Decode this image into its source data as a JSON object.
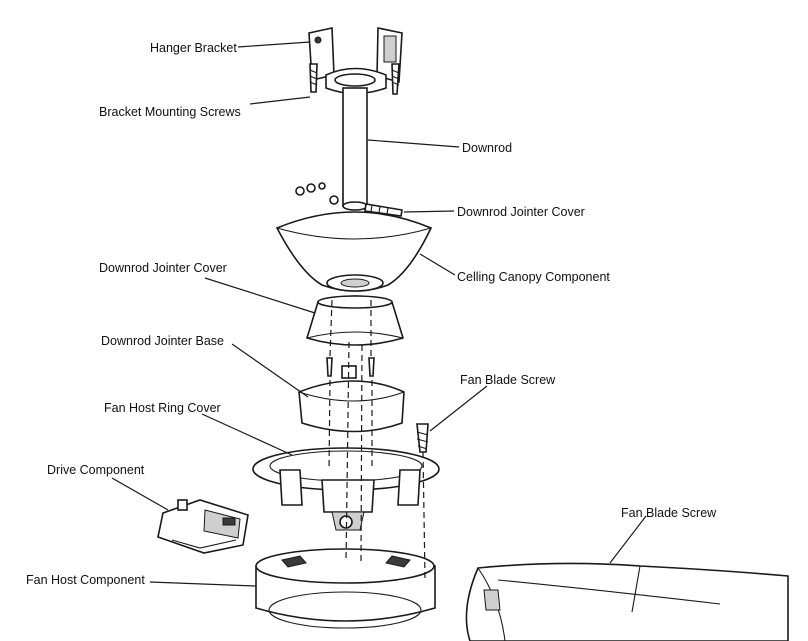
{
  "labels": {
    "hanger_bracket": "Hanger Bracket",
    "bracket_mounting_screws": "Bracket Mounting Screws",
    "downrod": "Downrod",
    "downrod_jointer_cover_top": "Downrod Jointer Cover",
    "ceiling_canopy_component": "Celling Canopy Component",
    "downrod_jointer_cover": "Downrod Jointer Cover",
    "downrod_jointer_base": "Downrod Jointer Base",
    "fan_blade_screw_top": "Fan Blade Screw",
    "fan_host_ring_cover": "Fan Host Ring Cover",
    "drive_component": "Drive Component",
    "fan_blade_screw_bottom": "Fan Blade Screw",
    "fan_host_component": "Fan Host Component"
  }
}
